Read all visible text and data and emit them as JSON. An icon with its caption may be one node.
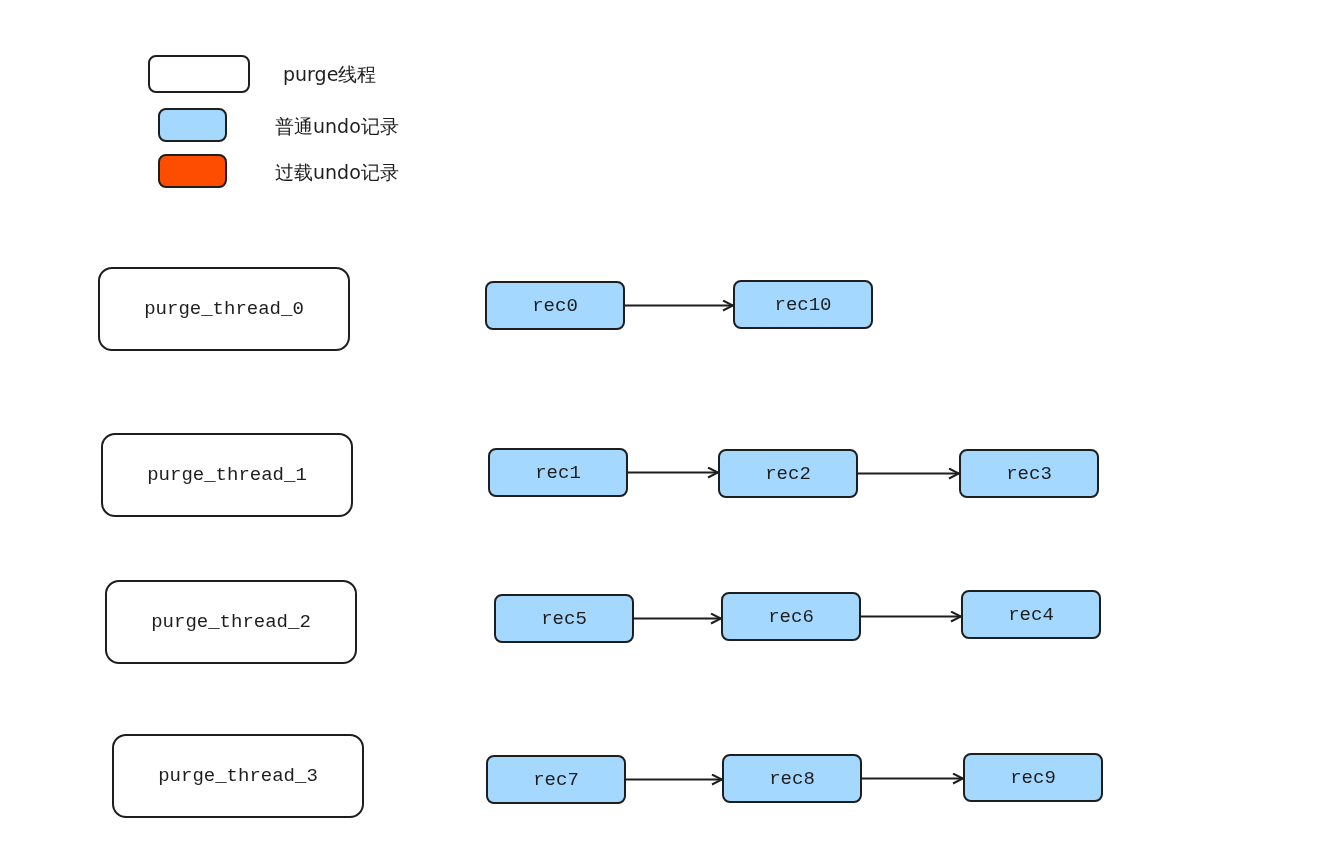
{
  "diagram": {
    "nodes": [
      {
        "text": [
          "purge_thread_0"
        ]
      },
      {
        "text": [
          "rec0"
        ]
      },
      {
        "text": [
          "rec10"
        ]
      },
      {
        "text": [
          "purge_thread_1"
        ]
      },
      {
        "text": [
          "rec1"
        ]
      },
      {
        "text": [
          "rec2"
        ]
      },
      {
        "text": [
          "rec3"
        ]
      },
      {
        "text": [
          "purge_thread_2"
        ]
      },
      {
        "text": [
          "rec5"
        ]
      },
      {
        "text": [
          "rec6"
        ]
      },
      {
        "text": [
          "rec4"
        ]
      },
      {
        "text": [
          "purge_thread_3"
        ]
      },
      {
        "text": [
          "rec7"
        ]
      },
      {
        "text": [
          "rec8"
        ]
      },
      {
        "text": [
          "rec9"
        ]
      }
    ],
    "edges": [
      {
        "from": 1,
        "to": 2,
        "arrow": "to"
      },
      {
        "from": 4,
        "to": 5,
        "arrow": "to"
      },
      {
        "from": 5,
        "to": 6,
        "arrow": "to"
      },
      {
        "from": 8,
        "to": 9,
        "arrow": "to"
      },
      {
        "from": 9,
        "to": 10,
        "arrow": "to"
      },
      {
        "from": 12,
        "to": 13,
        "arrow": "to"
      },
      {
        "from": 13,
        "to": 14,
        "arrow": "to"
      }
    ],
    "legend": [
      {
        "text": "purge线程",
        "color": "#ffffff"
      },
      {
        "text": "普通undo记录",
        "color": "#a5d8ff"
      },
      {
        "text": "过载undo记录",
        "color": "#ff4d00"
      }
    ]
  }
}
